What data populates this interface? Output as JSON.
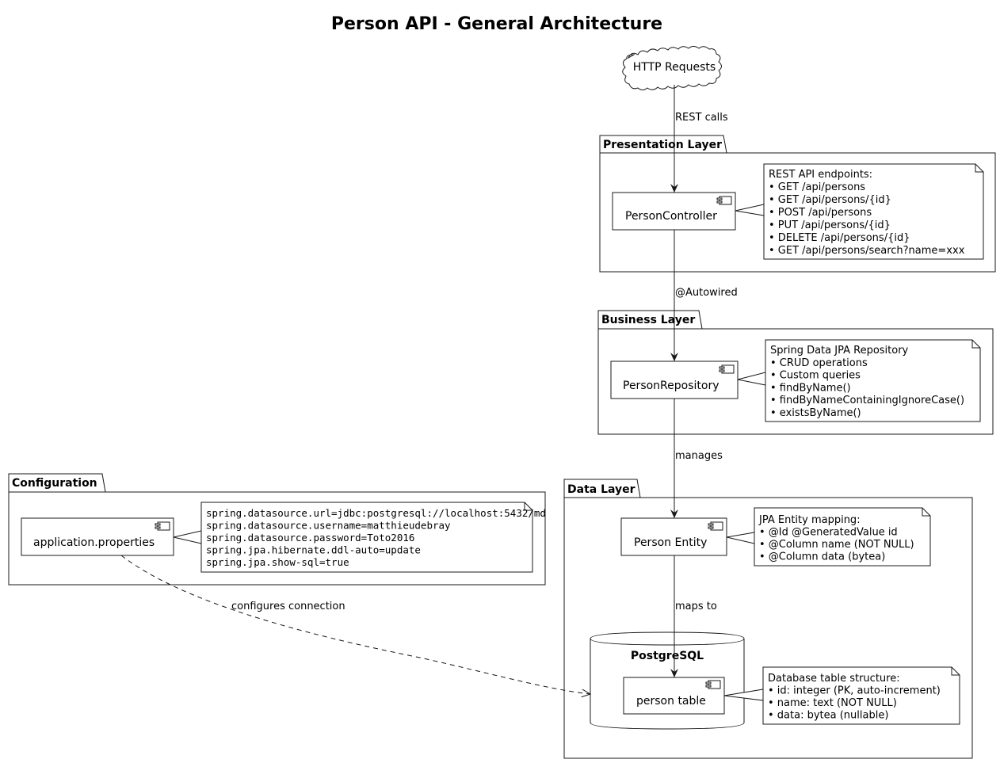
{
  "title": "Person API - General Architecture",
  "cloud": {
    "label": "HTTP Requests"
  },
  "packages": {
    "presentation": "Presentation Layer",
    "business": "Business Layer",
    "data": "Data Layer",
    "configuration": "Configuration"
  },
  "components": {
    "person_controller": "PersonController",
    "person_repository": "PersonRepository",
    "person_entity": "Person Entity",
    "person_table": "person table",
    "application_properties": "application.properties"
  },
  "database": {
    "label": "PostgreSQL"
  },
  "edges": {
    "rest_calls": "REST calls",
    "autowired": "@Autowired",
    "manages": "manages",
    "maps_to": "maps to",
    "configures": "configures connection"
  },
  "notes": {
    "controller": [
      "REST API endpoints:",
      "• GET /api/persons",
      "• GET /api/persons/{id}",
      "• POST /api/persons",
      "• PUT /api/persons/{id}",
      "• DELETE /api/persons/{id}",
      "• GET /api/persons/search?name=xxx"
    ],
    "repository": [
      "Spring Data JPA Repository",
      "• CRUD operations",
      "• Custom queries",
      "• findByName()",
      "• findByNameContainingIgnoreCase()",
      "• existsByName()"
    ],
    "entity": [
      "JPA Entity mapping:",
      "• @Id @GeneratedValue id",
      "• @Column name (NOT NULL)",
      "• @Column data (bytea)"
    ],
    "table": [
      "Database table structure:",
      "• id: integer (PK, auto-increment)",
      "• name: text (NOT NULL)",
      "• data: bytea (nullable)"
    ],
    "config": [
      "spring.datasource.url=jdbc:postgresql://localhost:5432/md",
      "spring.datasource.username=matthieudebray",
      "spring.datasource.password=Toto2016",
      "spring.jpa.hibernate.ddl-auto=update",
      "spring.jpa.show-sql=true"
    ]
  }
}
